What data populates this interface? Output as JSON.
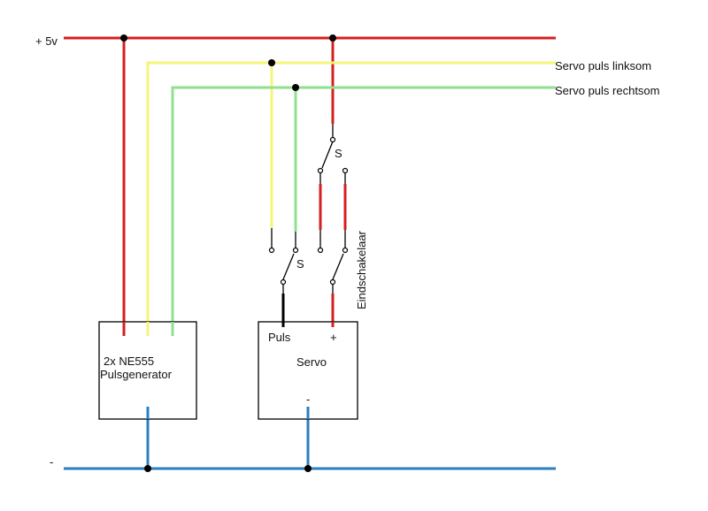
{
  "colors": {
    "supply_positive": "#d42020",
    "signal_left": "#f5f57a",
    "signal_right": "#8fe08f",
    "ground": "#2b7fc1",
    "pulse_wire": "#000000"
  },
  "labels": {
    "supply_positive": "+ 5v",
    "ground": "-",
    "signal_left": "Servo puls linksom",
    "signal_right": "Servo puls rechtsom",
    "switch_top": "S",
    "switch_bottom": "S",
    "limit_switch": "Eindschakelaar"
  },
  "pulse_generator": {
    "line1": "2x NE555",
    "line2": "Pulsgenerator"
  },
  "servo": {
    "title": "Servo",
    "pin_pulse": "Puls",
    "pin_plus": "+",
    "pin_minus": "-"
  }
}
